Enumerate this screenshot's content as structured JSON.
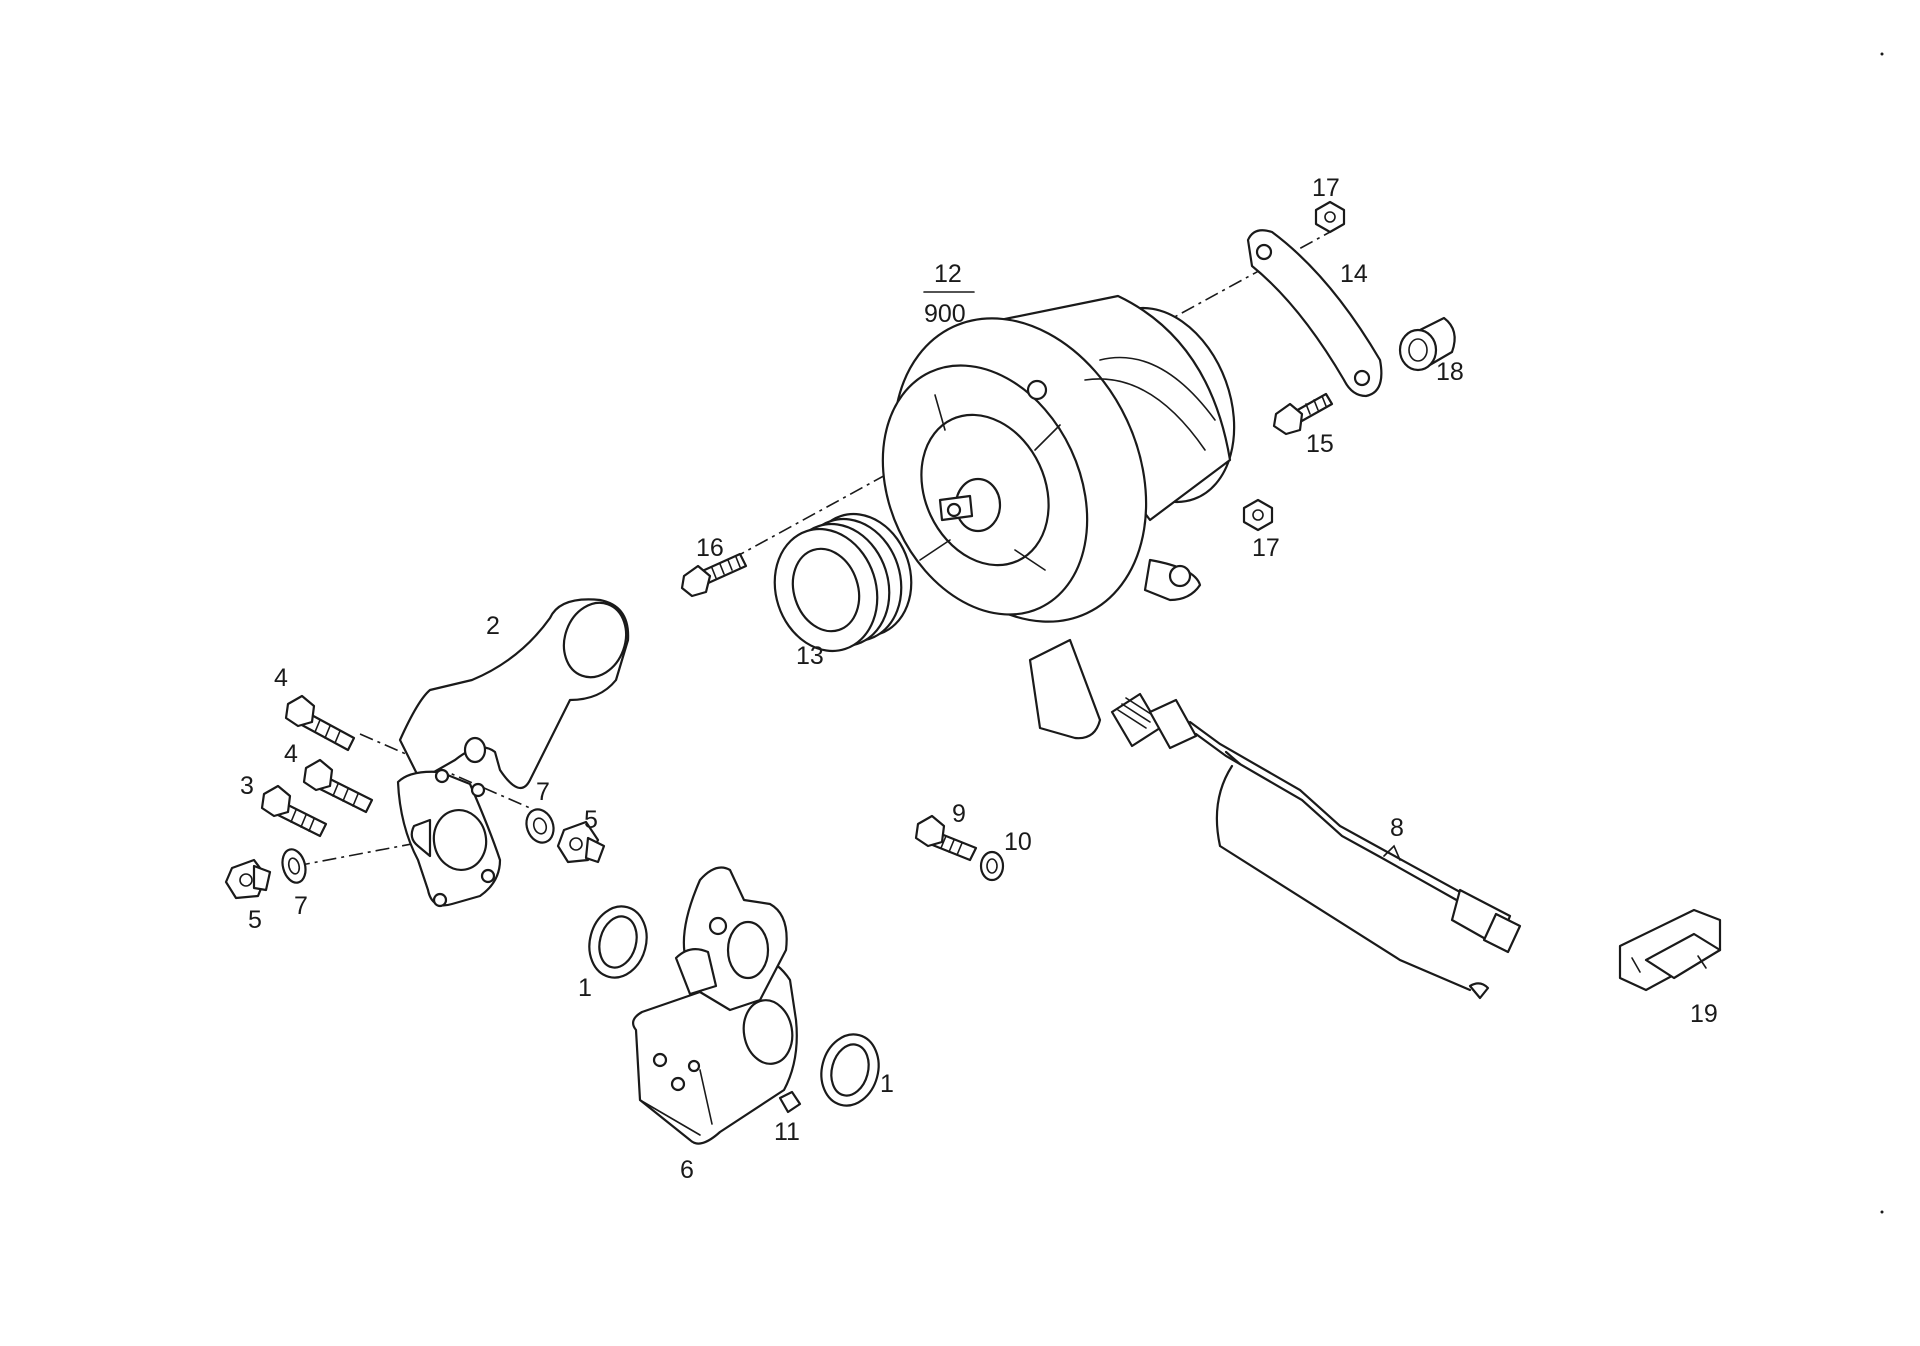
{
  "callouts": {
    "c1a": "1",
    "c1b": "1",
    "c2": "2",
    "c3": "3",
    "c4a": "4",
    "c4b": "4",
    "c5a": "5",
    "c5b": "5",
    "c6": "6",
    "c7a": "7",
    "c7b": "7",
    "c8": "8",
    "c9": "9",
    "c10": "10",
    "c11": "11",
    "c12_top": "12",
    "c12_bottom": "900",
    "c13": "13",
    "c14": "14",
    "c15": "15",
    "c16": "16",
    "c17a": "17",
    "c17b": "17",
    "c18": "18",
    "c19": "19"
  },
  "colors": {
    "line": "#1a1a1a",
    "background": "#ffffff"
  }
}
